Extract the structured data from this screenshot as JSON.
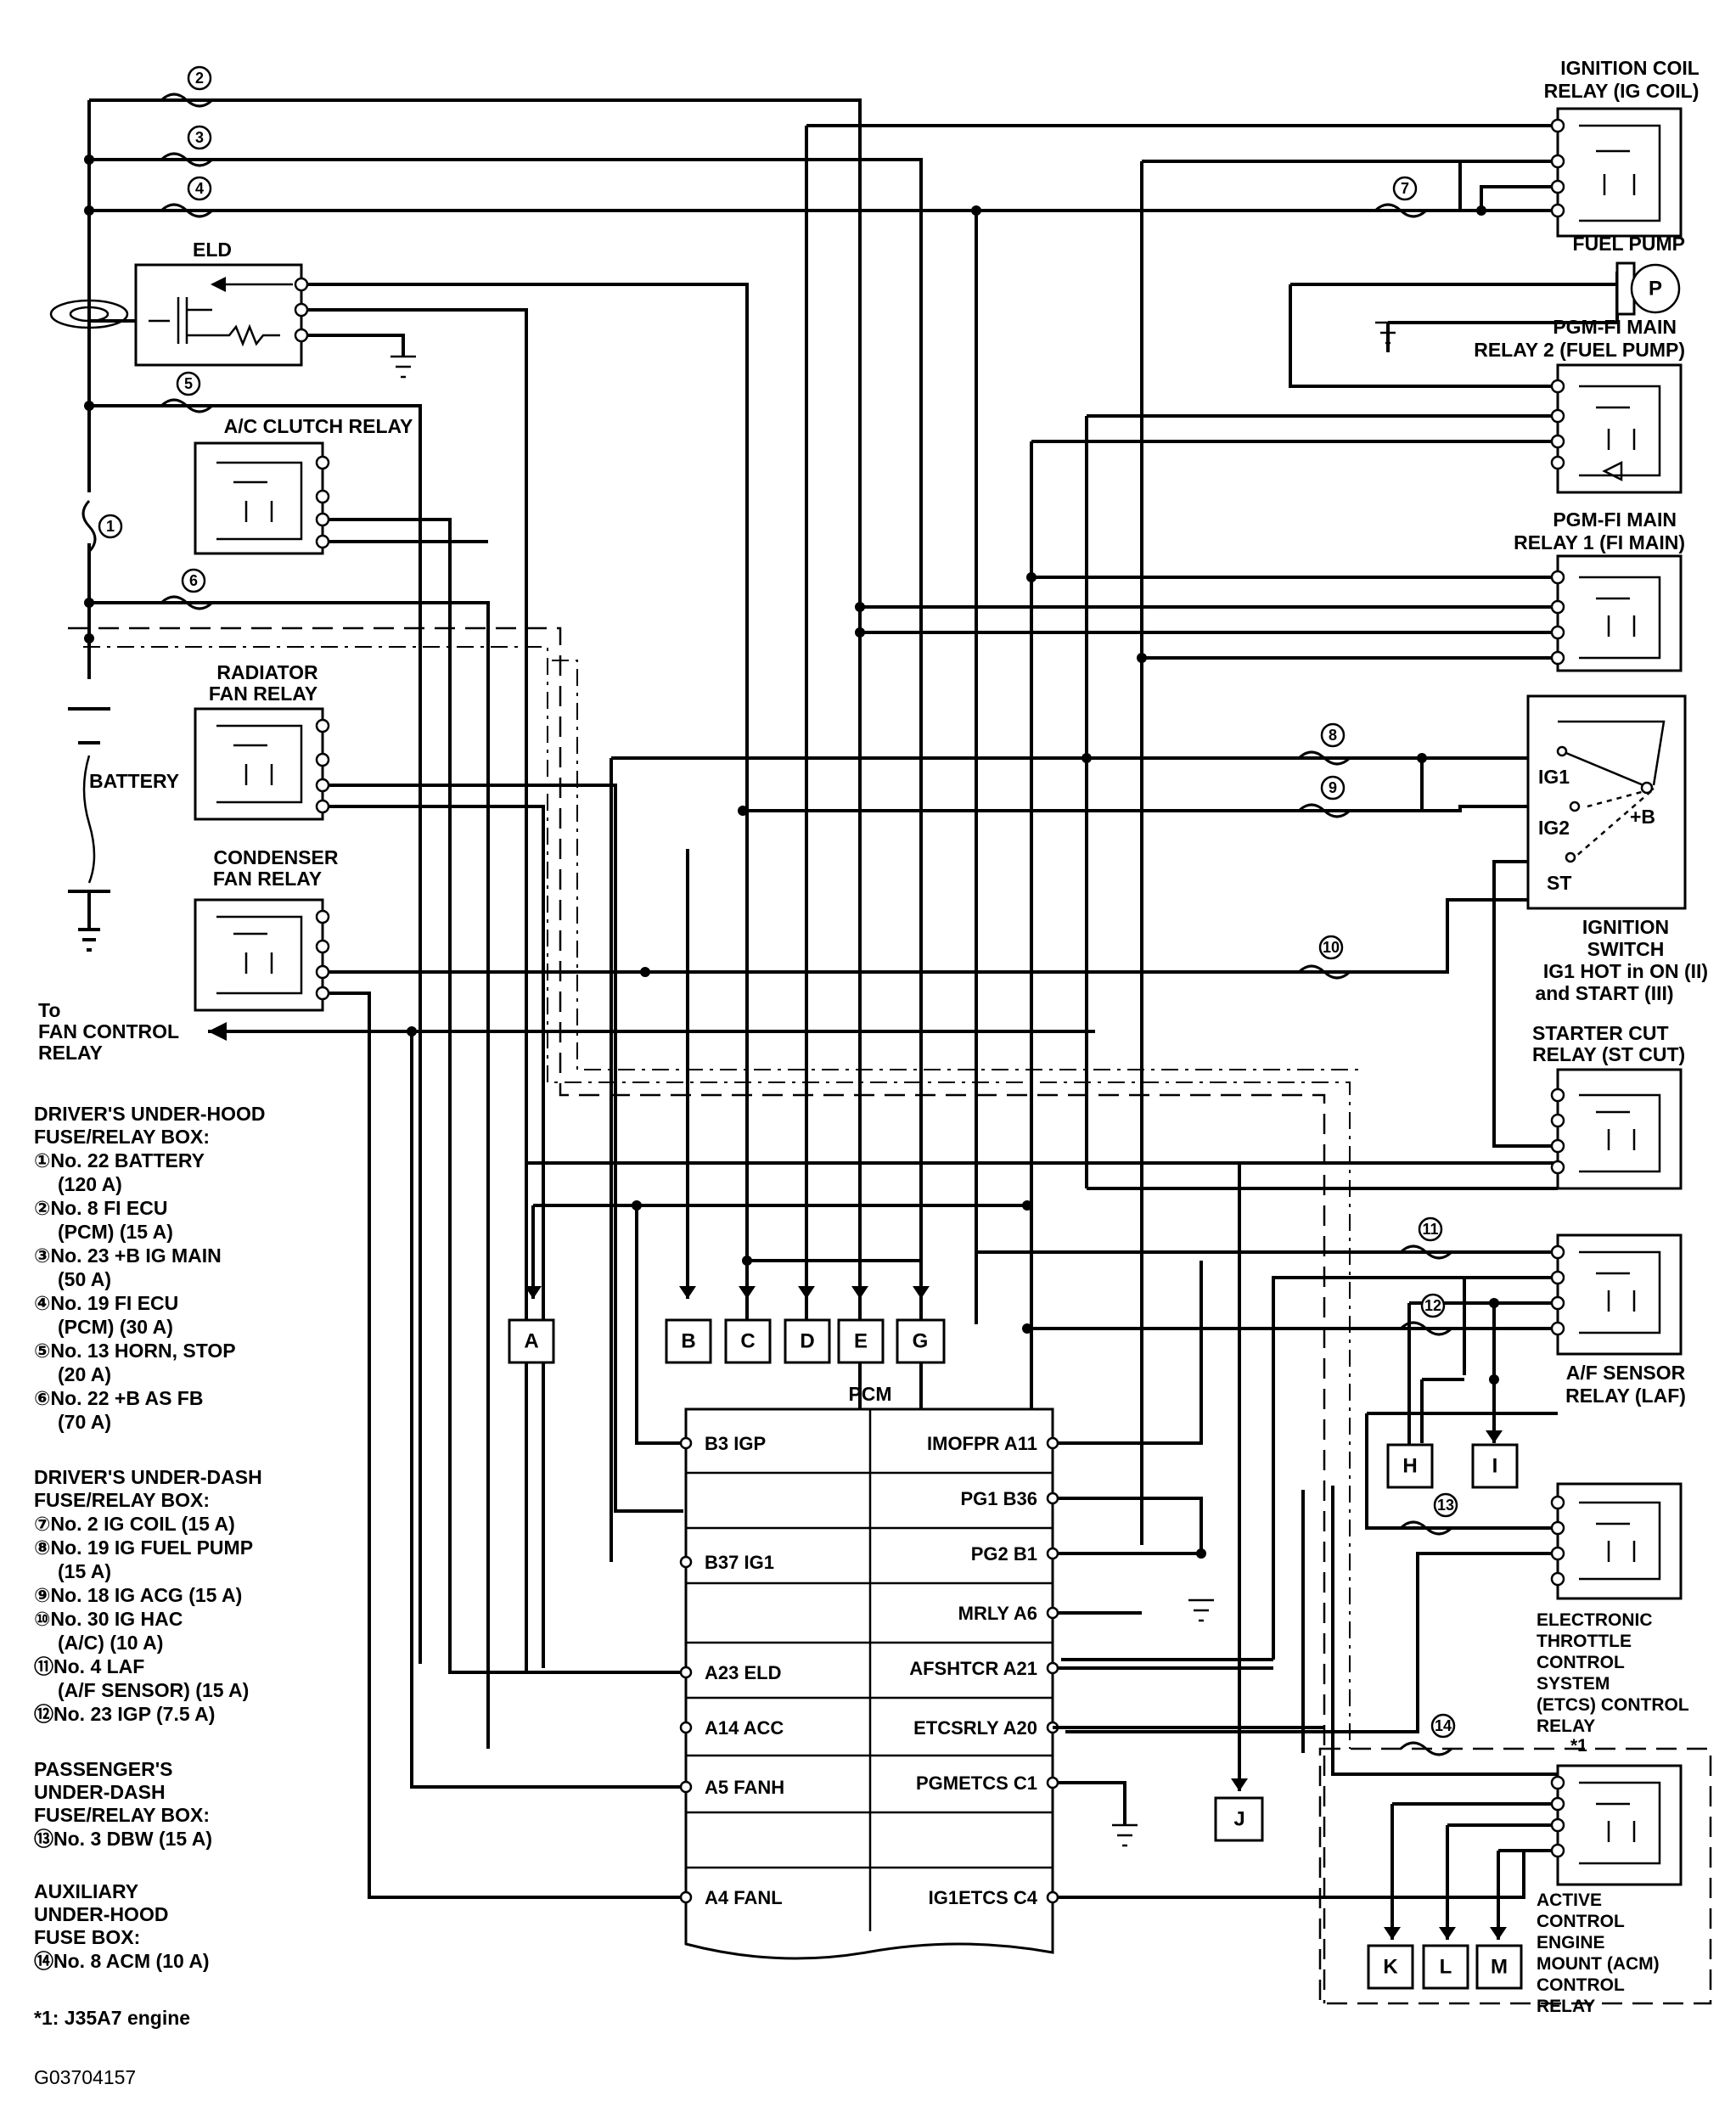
{
  "components": {
    "ig_coil_relay": [
      "IGNITION COIL",
      "RELAY (IG COIL)"
    ],
    "fuel_pump": "FUEL PUMP",
    "fuel_pump_symbol": "P",
    "pgm_fi_relay2": [
      "PGM-FI MAIN",
      "RELAY 2 (FUEL PUMP)"
    ],
    "pgm_fi_relay1": [
      "PGM-FI MAIN",
      "RELAY 1 (FI MAIN)"
    ],
    "eld": "ELD",
    "ac_clutch_relay": "A/C CLUTCH RELAY",
    "radiator_fan_relay": [
      "RADIATOR",
      "FAN RELAY"
    ],
    "condenser_fan_relay": [
      "CONDENSER",
      "FAN RELAY"
    ],
    "battery": "BATTERY",
    "fan_control": [
      "To",
      "FAN CONTROL",
      "RELAY"
    ],
    "ignition_switch": {
      "terminals": [
        "IG1",
        "IG2",
        "ST",
        "+B"
      ],
      "caption": [
        "IGNITION",
        "SWITCH",
        "IG1 HOT in ON (II)",
        "and START (III)"
      ]
    },
    "starter_cut_relay": [
      "STARTER CUT",
      "RELAY (ST CUT)"
    ],
    "af_sensor_relay": [
      "A/F SENSOR",
      "RELAY (LAF)"
    ],
    "etcs_relay": [
      "ELECTRONIC",
      "THROTTLE",
      "CONTROL",
      "SYSTEM",
      "(ETCS) CONTROL",
      "RELAY",
      "*1"
    ],
    "acm_relay": [
      "ACTIVE",
      "CONTROL",
      "ENGINE",
      "MOUNT (ACM)",
      "CONTROL",
      "RELAY"
    ]
  },
  "fuse_numbers": [
    "2",
    "3",
    "4",
    "5",
    "6",
    "1",
    "7",
    "8",
    "9",
    "10",
    "11",
    "12",
    "13",
    "14"
  ],
  "connectors": [
    "A",
    "B",
    "C",
    "D",
    "E",
    "G",
    "H",
    "I",
    "J",
    "K",
    "L",
    "M"
  ],
  "pcm": {
    "title": "PCM",
    "left_pins": [
      "B3 IGP",
      "B37 IG1",
      "A23 ELD",
      "A14 ACC",
      "A5 FANH",
      "A4 FANL"
    ],
    "right_pins": [
      "IMOFPR A11",
      "PG1 B36",
      "PG2 B1",
      "MRLY A6",
      "AFSHTCR A21",
      "ETCSRLY A20",
      "PGMETCS C1",
      "IG1ETCS C4"
    ]
  },
  "legend": {
    "driver_under_hood": {
      "heading": [
        "DRIVER'S UNDER-HOOD",
        "FUSE/RELAY BOX:"
      ],
      "lines": [
        "①No. 22 BATTERY",
        "(120 A)",
        "②No. 8 FI ECU",
        "(PCM) (15 A)",
        "③No. 23 +B IG MAIN",
        "(50 A)",
        "④No. 19 FI ECU",
        "(PCM) (30 A)",
        "⑤No. 13 HORN, STOP",
        "(20 A)",
        "⑥No. 22 +B AS FB",
        "(70 A)"
      ]
    },
    "driver_under_dash": {
      "heading": [
        "DRIVER'S UNDER-DASH",
        "FUSE/RELAY BOX:"
      ],
      "lines": [
        "⑦No. 2 IG COIL (15 A)",
        "⑧No. 19 IG FUEL PUMP",
        "(15 A)",
        "⑨No. 18 IG ACG (15 A)",
        "⑩No. 30 IG HAC",
        "(A/C) (10 A)",
        "⑪No. 4 LAF",
        "(A/F SENSOR) (15 A)",
        "⑫No. 23 IGP (7.5 A)"
      ]
    },
    "passenger_under_dash": {
      "heading": [
        "PASSENGER'S",
        "UNDER-DASH",
        "FUSE/RELAY BOX:"
      ],
      "lines": [
        "⑬No. 3 DBW (15 A)"
      ]
    },
    "auxiliary_under_hood": {
      "heading": [
        "AUXILIARY",
        "UNDER-HOOD",
        "FUSE BOX:"
      ],
      "lines": [
        "⑭No. 8 ACM (10 A)"
      ]
    },
    "note": "*1: J35A7 engine",
    "figure_id": "G03704157"
  }
}
